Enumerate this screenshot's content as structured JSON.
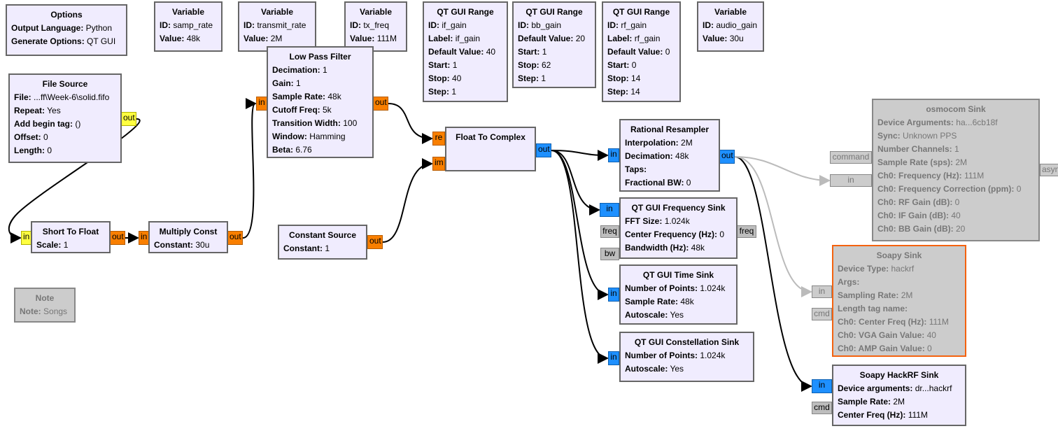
{
  "colors": {
    "block_fill": "#f0ecfe",
    "float_port": "#f97f00",
    "complex_port": "#1e90ff",
    "short_port": "#ffff40",
    "message_port": "#bdbdbd",
    "disabled": "#cccccc",
    "selected_border": "#f4620f"
  },
  "blocks": [
    {
      "id": "options",
      "title": "Options",
      "params": [
        [
          "Output Language:",
          "Python"
        ],
        [
          "Generate Options:",
          "QT GUI"
        ]
      ],
      "ports": []
    },
    {
      "id": "variable-samp-rate",
      "title": "Variable",
      "params": [
        [
          "ID:",
          "samp_rate"
        ],
        [
          "Value:",
          "48k"
        ]
      ],
      "ports": []
    },
    {
      "id": "variable-transmit-rate",
      "title": "Variable",
      "params": [
        [
          "ID:",
          "transmit_rate"
        ],
        [
          "Value:",
          "2M"
        ]
      ],
      "ports": []
    },
    {
      "id": "variable-tx-freq",
      "title": "Variable",
      "params": [
        [
          "ID:",
          "tx_freq"
        ],
        [
          "Value:",
          "111M"
        ]
      ],
      "ports": []
    },
    {
      "id": "qt-gui-range-if-gain",
      "title": "QT GUI Range",
      "params": [
        [
          "ID:",
          "if_gain"
        ],
        [
          "Label:",
          "if_gain"
        ],
        [
          "Default Value:",
          "40"
        ],
        [
          "Start:",
          "1"
        ],
        [
          "Stop:",
          "40"
        ],
        [
          "Step:",
          "1"
        ]
      ],
      "ports": []
    },
    {
      "id": "qt-gui-range-bb-gain",
      "title": "QT GUI Range",
      "params": [
        [
          "ID:",
          "bb_gain"
        ],
        [
          "Default Value:",
          "20"
        ],
        [
          "Start:",
          "1"
        ],
        [
          "Stop:",
          "62"
        ],
        [
          "Step:",
          "1"
        ]
      ],
      "ports": []
    },
    {
      "id": "qt-gui-range-rf-gain",
      "title": "QT GUI Range",
      "params": [
        [
          "ID:",
          "rf_gain"
        ],
        [
          "Label:",
          "rf_gain"
        ],
        [
          "Default Value:",
          "0"
        ],
        [
          "Start:",
          "0"
        ],
        [
          "Stop:",
          "14"
        ],
        [
          "Step:",
          "14"
        ]
      ],
      "ports": []
    },
    {
      "id": "variable-audio-gain",
      "title": "Variable",
      "params": [
        [
          "ID:",
          "audio_gain"
        ],
        [
          "Value:",
          "30u"
        ]
      ],
      "ports": []
    },
    {
      "id": "low-pass-filter",
      "title": "Low Pass Filter",
      "params": [
        [
          "Decimation:",
          "1"
        ],
        [
          "Gain:",
          "1"
        ],
        [
          "Sample Rate:",
          "48k"
        ],
        [
          "Cutoff Freq:",
          "5k"
        ],
        [
          "Transition Width:",
          "100"
        ],
        [
          "Window:",
          "Hamming"
        ],
        [
          "Beta:",
          "6.76"
        ]
      ],
      "ports": [
        {
          "label": "in",
          "type": "float"
        },
        {
          "label": "out",
          "type": "float"
        }
      ]
    },
    {
      "id": "file-source",
      "title": "File Source",
      "params": [
        [
          "File:",
          "...ff\\Week-6\\solid.fifo"
        ],
        [
          "Repeat:",
          "Yes"
        ],
        [
          "Add begin tag:",
          "()"
        ],
        [
          "Offset:",
          "0"
        ],
        [
          "Length:",
          "0"
        ]
      ],
      "ports": [
        {
          "label": "out",
          "type": "short"
        }
      ]
    },
    {
      "id": "short-to-float",
      "title": "Short To Float",
      "params": [
        [
          "Scale:",
          "1"
        ]
      ],
      "ports": [
        {
          "label": "in",
          "type": "short"
        },
        {
          "label": "out",
          "type": "float"
        }
      ]
    },
    {
      "id": "multiply-const",
      "title": "Multiply Const",
      "params": [
        [
          "Constant:",
          "30u"
        ]
      ],
      "ports": [
        {
          "label": "in",
          "type": "float"
        },
        {
          "label": "out",
          "type": "float"
        }
      ]
    },
    {
      "id": "constant-source",
      "title": "Constant Source",
      "params": [
        [
          "Constant:",
          "1"
        ]
      ],
      "ports": [
        {
          "label": "out",
          "type": "float"
        }
      ]
    },
    {
      "id": "float-to-complex",
      "title": "Float To Complex",
      "params": [],
      "ports": [
        {
          "label": "re",
          "type": "float"
        },
        {
          "label": "im",
          "type": "float"
        },
        {
          "label": "out",
          "type": "complex"
        }
      ]
    },
    {
      "id": "rational-resampler",
      "title": "Rational Resampler",
      "params": [
        [
          "Interpolation:",
          "2M"
        ],
        [
          "Decimation:",
          "48k"
        ],
        [
          "Taps:",
          ""
        ],
        [
          "Fractional BW:",
          "0"
        ]
      ],
      "ports": [
        {
          "label": "in",
          "type": "complex"
        },
        {
          "label": "out",
          "type": "complex"
        }
      ]
    },
    {
      "id": "qt-gui-frequency-sink",
      "title": "QT GUI Frequency Sink",
      "params": [
        [
          "FFT Size:",
          "1.024k"
        ],
        [
          "Center Frequency (Hz):",
          "0"
        ],
        [
          "Bandwidth (Hz):",
          "48k"
        ]
      ],
      "ports": [
        {
          "label": "in",
          "type": "complex"
        },
        {
          "label": "freq",
          "type": "msg"
        },
        {
          "label": "bw",
          "type": "msg"
        },
        {
          "label": "freq",
          "type": "msg"
        }
      ]
    },
    {
      "id": "qt-gui-time-sink",
      "title": "QT GUI Time Sink",
      "params": [
        [
          "Number of Points:",
          "1.024k"
        ],
        [
          "Sample Rate:",
          "48k"
        ],
        [
          "Autoscale:",
          "Yes"
        ]
      ],
      "ports": [
        {
          "label": "in",
          "type": "complex"
        }
      ]
    },
    {
      "id": "qt-gui-constellation-sink",
      "title": "QT GUI Constellation Sink",
      "params": [
        [
          "Number of Points:",
          "1.024k"
        ],
        [
          "Autoscale:",
          "Yes"
        ]
      ],
      "ports": [
        {
          "label": "in",
          "type": "complex"
        }
      ]
    },
    {
      "id": "osmocom-sink",
      "title": "osmocom Sink",
      "disabled": true,
      "params": [
        [
          "Device Arguments:",
          "ha...6cb18f"
        ],
        [
          "Sync:",
          "Unknown PPS"
        ],
        [
          "Number Channels:",
          "1"
        ],
        [
          "Sample Rate (sps):",
          "2M"
        ],
        [
          "Ch0: Frequency (Hz):",
          "111M"
        ],
        [
          "Ch0: Frequency Correction (ppm):",
          "0"
        ],
        [
          "Ch0: RF Gain (dB):",
          "0"
        ],
        [
          "Ch0: IF Gain (dB):",
          "40"
        ],
        [
          "Ch0: BB Gain (dB):",
          "20"
        ]
      ],
      "ports": [
        {
          "label": "command",
          "type": "dis"
        },
        {
          "label": "in",
          "type": "dis"
        },
        {
          "label": "async",
          "type": "dis"
        }
      ]
    },
    {
      "id": "soapy-sink",
      "title": "Soapy Sink",
      "disabled": true,
      "selected": true,
      "params": [
        [
          "Device Type:",
          "hackrf"
        ],
        [
          "Args:",
          ""
        ],
        [
          "Sampling Rate:",
          "2M"
        ],
        [
          "Length tag name:",
          ""
        ],
        [
          "Ch0: Center Freq (Hz):",
          "111M"
        ],
        [
          "Ch0: VGA Gain Value:",
          "40"
        ],
        [
          "Ch0: AMP Gain Value:",
          "0"
        ]
      ],
      "ports": [
        {
          "label": "in",
          "type": "dis"
        },
        {
          "label": "cmd",
          "type": "dis"
        }
      ]
    },
    {
      "id": "soapy-hackrf-sink",
      "title": "Soapy HackRF Sink",
      "params": [
        [
          "Device arguments:",
          "dr...hackrf"
        ],
        [
          "Sample Rate:",
          "2M"
        ],
        [
          "Center Freq (Hz):",
          "111M"
        ]
      ],
      "ports": [
        {
          "label": "in",
          "type": "complex"
        },
        {
          "label": "cmd",
          "type": "msg"
        }
      ]
    },
    {
      "id": "note",
      "title": "Note",
      "disabled": true,
      "params": [
        [
          "Note:",
          "Songs"
        ]
      ],
      "ports": []
    }
  ]
}
